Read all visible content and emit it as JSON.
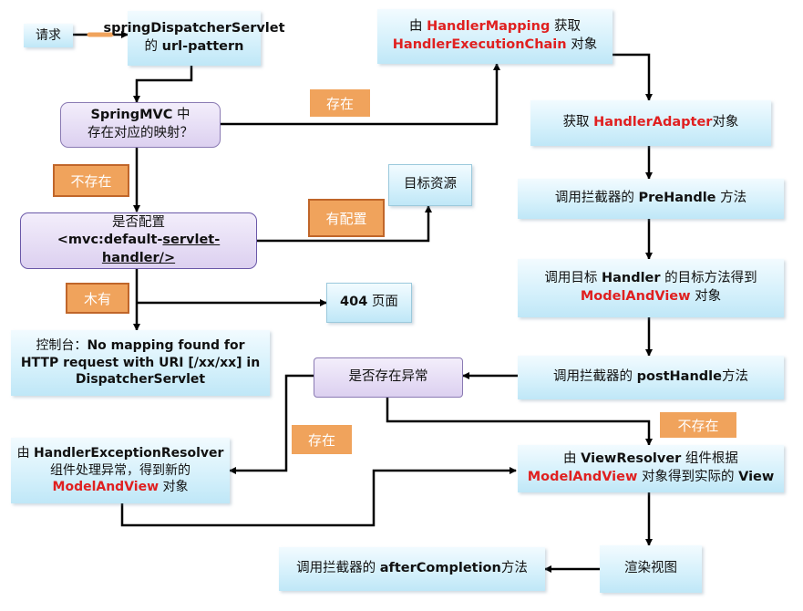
{
  "nodes": {
    "request": "请求",
    "dispatcher": {
      "line1": "springDispatcherServlet",
      "line2_a": "的 ",
      "line2_b": "url-pattern"
    },
    "mapping_exists": {
      "line1_a": "SpringMVC",
      "line1_b": " 中",
      "line2": "存在对应的映射？"
    },
    "default_servlet": {
      "line1": "是否配置",
      "line2_a": "<mvc:default-",
      "line2_b": "servlet-",
      "line3": "handler/>"
    },
    "console": {
      "line1_a": "控制台：",
      "line1_b": "No mapping found for",
      "line2": "HTTP request with URI [/xx/xx] in",
      "line3": "DispatcherServlet"
    },
    "target_resource": "目标资源",
    "page_404": {
      "a": "404",
      "b": " 页面"
    },
    "handler_mapping": {
      "line1_a": "由 ",
      "line1_b": "HandlerMapping",
      "line1_c": " 获取",
      "line2_a": "HandlerExecutionChain",
      "line2_b": " 对象"
    },
    "handler_adapter": {
      "a": "获取 ",
      "b": "HandlerAdapter",
      "c": "对象"
    },
    "pre_handle": {
      "a": "调用拦截器的 ",
      "b": "PreHandle",
      "c": " 方法"
    },
    "invoke_handler": {
      "line1_a": "调用目标 ",
      "line1_b": "Handler",
      "line1_c": " 的目标方法得到",
      "line2_a": "ModelAndView",
      "line2_b": " 对象"
    },
    "post_handle": {
      "a": "调用拦截器的 ",
      "b": "postHandle",
      "c": "方法"
    },
    "exception_exists": "是否存在异常",
    "exception_resolver": {
      "line1_a": "由 ",
      "line1_b": "HandlerExceptionResolver",
      "line2": "组件处理异常，得到新的",
      "line3_a": "ModelAndView",
      "line3_b": " 对象"
    },
    "view_resolver": {
      "line1_a": "由 ",
      "line1_b": "ViewResolver",
      "line1_c": " 组件根据",
      "line2_a": "ModelAndView",
      "line2_b": " 对象得到实际的 ",
      "line2_c": "View"
    },
    "render": "渲染视图",
    "after_completion": {
      "a": "调用拦截器的 ",
      "b": "afterCompletion",
      "c": "方法"
    }
  },
  "labels": {
    "exists_1": "存在",
    "not_exists_1": "不存在",
    "configured": "有配置",
    "not_configured": "木有",
    "exists_2": "存在",
    "not_exists_2": "不存在"
  },
  "colors": {
    "highlight": "#e02020",
    "label_bg": "#f0a35c",
    "box_blue": "#d4f0fb",
    "box_purple": "#dcd0f0"
  }
}
